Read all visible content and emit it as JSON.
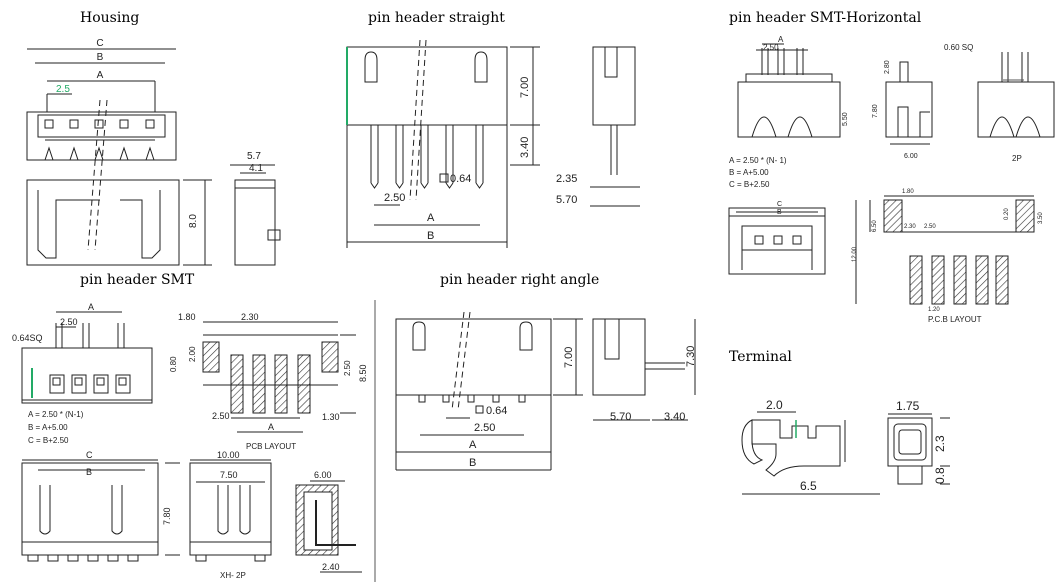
{
  "sections": {
    "housing": "Housing",
    "straight": "pin header straight",
    "smt_horizontal": "pin header SMT-Horizontal",
    "smt": "pin header SMT",
    "right_angle": "pin header right angle",
    "terminal": "Terminal"
  },
  "housing": {
    "dim_c": "C",
    "dim_b": "B",
    "dim_a": "A",
    "pitch": "2.5",
    "height": "8.0",
    "depth": "5.7",
    "depth_inner": "4.1"
  },
  "straight": {
    "upper": "7.00",
    "lower": "3.40",
    "pin_sq": "0.64",
    "pitch": "2.50",
    "dim_a": "A",
    "dim_b": "B",
    "side_offset": "2.35",
    "side_width": "5.70"
  },
  "smt_horizontal": {
    "dim_a": "A",
    "pitch": "2.50",
    "sq": "0.60 SQ",
    "h1": "2.80",
    "h2": "7.80",
    "h3": "5.50",
    "w": "6.00",
    "variant": "2P",
    "formula_a": "A = 2.50 * (N- 1)",
    "formula_b": "B = A+5.00",
    "formula_c": "C = B+2.50",
    "dim_c": "C",
    "dim_b": "B",
    "pcb_w": "1.80",
    "pcb_h1": "6.50",
    "pcb_h2": "12.00",
    "pcb_p1": "2.30",
    "pcb_p2": "2.50",
    "pcb_r1": "0.20",
    "pcb_r2": "3.50",
    "pcb_pad": "1.20",
    "pcb_label": "P.C.B LAYOUT"
  },
  "smt": {
    "dim_a": "A",
    "pitch": "2.50",
    "sq": "0.64SQ",
    "formula_a": "A = 2.50 * (N-1)",
    "formula_b": "B = A+5.00",
    "formula_c": "C = B+2.50",
    "pcb_w": "1.80",
    "pcb_p": "2.30",
    "pcb_h1": "2.00",
    "pcb_h2": "0.80",
    "pcb_h3": "2.50",
    "pcb_h4": "8.50",
    "pcb_pitch": "2.50",
    "pcb_a": "A",
    "pcb_end": "1.30",
    "pcb_label": "PCB LAYOUT",
    "dim_c": "C",
    "dim_b": "B",
    "height": "7.80",
    "w1": "10.00",
    "w2": "7.50",
    "variant": "XH- 2P",
    "side_w": "6.00",
    "side_f": "2.40"
  },
  "right_angle": {
    "height": "7.00",
    "pin_sq": "0.64",
    "pitch": "2.50",
    "dim_a": "A",
    "dim_b": "B",
    "side_h": "7.30",
    "side_w": "5.70",
    "side_pin": "3.40"
  },
  "terminal": {
    "w1": "2.0",
    "length": "6.5",
    "w2": "1.75",
    "h1": "2.3",
    "h2": "0.8"
  }
}
